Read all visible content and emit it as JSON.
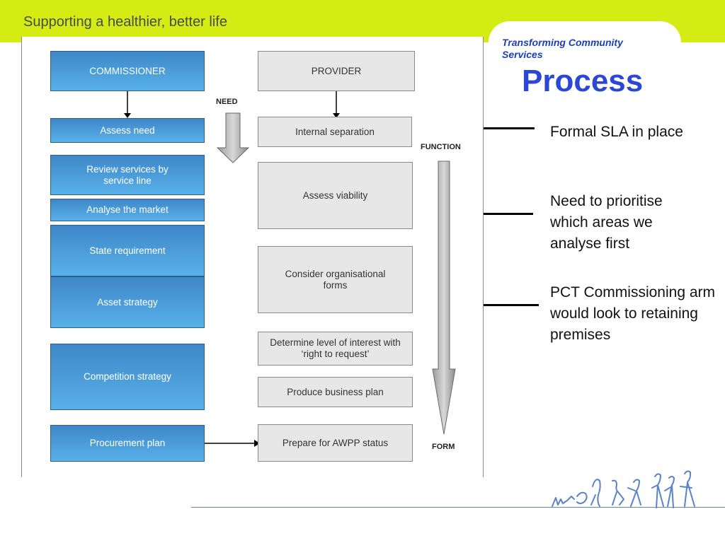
{
  "header": {
    "tagline": "Supporting a healthier, better life",
    "programme": "Transforming Community Services",
    "title": "Process"
  },
  "diagram": {
    "commissioner": "COMMISSIONER",
    "provider": "PROVIDER",
    "need_label": "NEED",
    "function_label": "FUNCTION",
    "form_label": "FORM",
    "commissioner_steps": {
      "assess_need": "Assess need",
      "review_services": "Review services by service line",
      "analyse_market": "Analyse the market",
      "state_requirement": "State requirement",
      "asset_strategy": "Asset strategy",
      "competition_strategy": "Competition strategy",
      "procurement_plan": "Procurement plan"
    },
    "provider_steps": {
      "internal_separation": "Internal separation",
      "assess_viability": "Assess viability",
      "organisational_forms": "Consider organisational forms",
      "level_of_interest": "Determine level of interest with ‘right to request’",
      "business_plan": "Produce business plan",
      "awpp_status": "Prepare for AWPP status"
    }
  },
  "notes": [
    "Formal SLA in place",
    "Need to prioritise which areas we analyse first",
    "PCT Commissioning arm would look to retaining premises"
  ],
  "colors": {
    "banner": "#d5ec14",
    "title": "#2b47d6",
    "commissioner_box": "#4a9ad8",
    "provider_box": "#e7e7e7"
  }
}
